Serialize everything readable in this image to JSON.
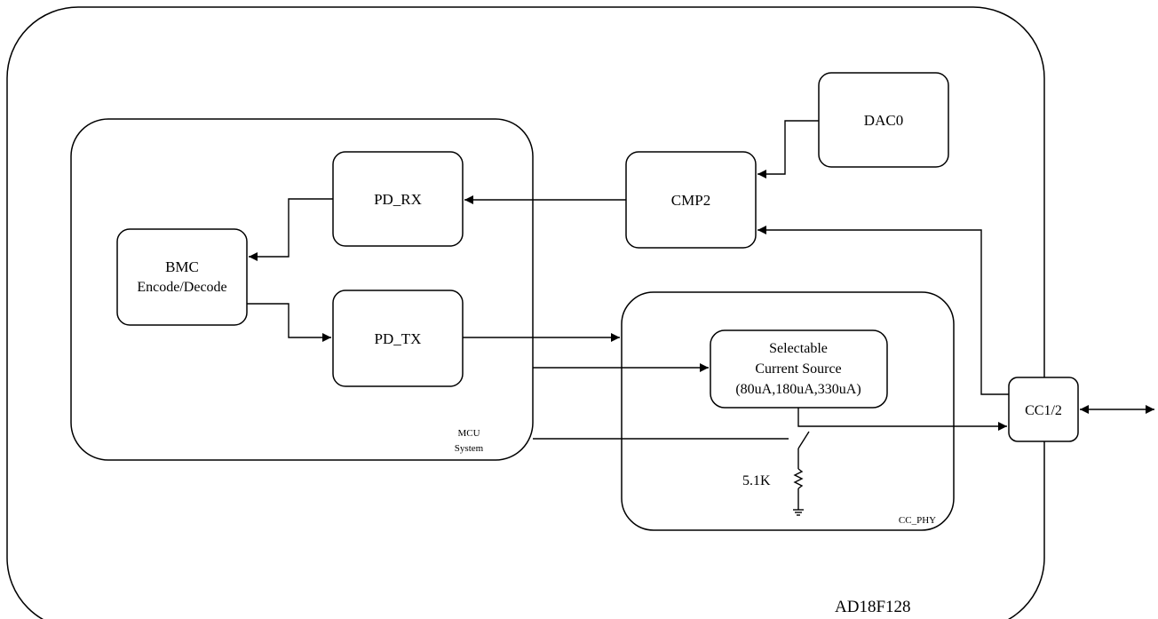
{
  "chip_name": "AD18F128",
  "mcu": {
    "label_line1": "MCU",
    "label_line2": "System"
  },
  "blocks": {
    "pd_rx": "PD_RX",
    "pd_tx": "PD_TX",
    "bmc_line1": "BMC",
    "bmc_line2": "Encode/Decode",
    "cmp2": "CMP2",
    "dac0": "DAC0",
    "cc12": "CC1/2"
  },
  "cc_phy": {
    "label": "CC_PHY",
    "current_source_line1": "Selectable",
    "current_source_line2": "Current Source",
    "current_source_line3": "(80uA,180uA,330uA)",
    "resistor": "5.1K"
  },
  "colors": {
    "stroke": "#000000",
    "background": "#ffffff"
  }
}
